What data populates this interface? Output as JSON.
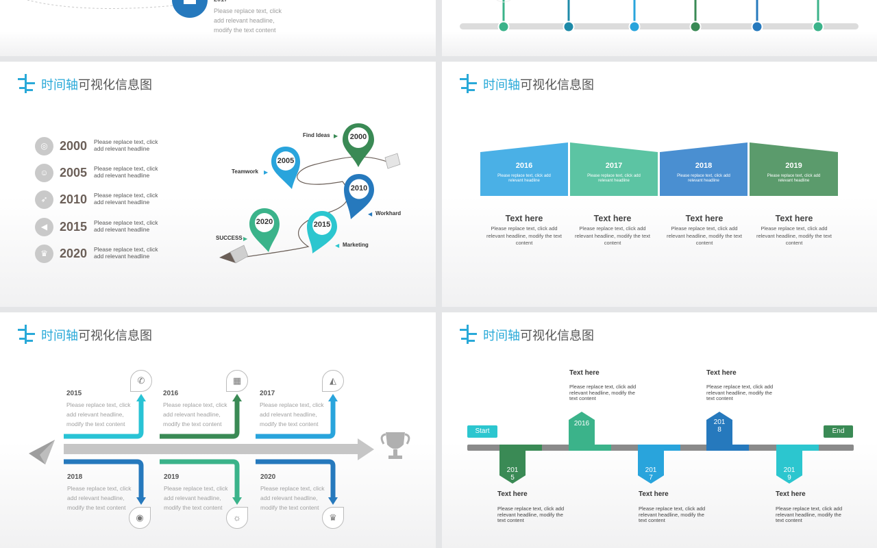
{
  "top_left": {
    "year": "2017",
    "desc": "Please replace text, click add relevant headline, modify the text content"
  },
  "section_title": {
    "accent": "时间轴",
    "rest": "可视化信息图"
  },
  "slide1": {
    "rows": [
      {
        "icon": "lightbulb-icon",
        "glyph": "◎",
        "year": "2000",
        "desc": "Please replace text, click add relevant headline"
      },
      {
        "icon": "users-icon",
        "glyph": "☺",
        "year": "2005",
        "desc": "Please replace text, click add relevant headline"
      },
      {
        "icon": "rocket-icon",
        "glyph": "➶",
        "year": "2010",
        "desc": "Please replace text, click add relevant headline"
      },
      {
        "icon": "megaphone-icon",
        "glyph": "◀",
        "year": "2015",
        "desc": "Please replace text, click add relevant headline"
      },
      {
        "icon": "trophy-icon",
        "glyph": "♛",
        "year": "2020",
        "desc": "Please replace text, click add relevant headline"
      }
    ],
    "pins": [
      {
        "year": "2000",
        "label": "Find Ideas",
        "color": "#3a8a55"
      },
      {
        "year": "2005",
        "label": "Teamwork",
        "color": "#29a4dc"
      },
      {
        "year": "2010",
        "label": "Workhard",
        "color": "#2679bd"
      },
      {
        "year": "2015",
        "label": "Marketing",
        "color": "#2cc6cf"
      },
      {
        "year": "2020",
        "label": "SUCCESS",
        "color": "#3bb38a"
      }
    ]
  },
  "slide2": {
    "columns": [
      {
        "year": "2016",
        "desc": "Please replace text, click add relevant headline",
        "color": "#4ab0e6",
        "heading": "Text here",
        "body": "Please replace text, click add relevant headline, modify the text content"
      },
      {
        "year": "2017",
        "desc": "Please replace text, click add relevant headline",
        "color": "#5cc4a3",
        "heading": "Text here",
        "body": "Please replace text, click add relevant headline, modify the text content"
      },
      {
        "year": "2018",
        "desc": "Please replace text, click add relevant headline",
        "color": "#4a8fd1",
        "heading": "Text here",
        "body": "Please replace text, click add relevant headline, modify the text content"
      },
      {
        "year": "2019",
        "desc": "Please replace text, click add relevant headline",
        "color": "#5b9b6c",
        "heading": "Text here",
        "body": "Please replace text, click add relevant headline, modify the text content"
      }
    ]
  },
  "slide3": {
    "items": [
      {
        "year": "2015",
        "desc": "Please replace text, click add relevant headline, modify the text content",
        "icon": "phone-icon",
        "glyph": "✆",
        "color": "#29c3d5"
      },
      {
        "year": "2016",
        "desc": "Please replace text, click add relevant headline, modify the text content",
        "icon": "calendar-icon",
        "glyph": "▦",
        "color": "#3a8a55"
      },
      {
        "year": "2017",
        "desc": "Please replace text, click add relevant headline, modify the text content",
        "icon": "chart-icon",
        "glyph": "◭",
        "color": "#29a4dc"
      },
      {
        "year": "2018",
        "desc": "Please replace text, click add relevant headline, modify the text content",
        "icon": "globe-icon",
        "glyph": "◉",
        "color": "#2679bd"
      },
      {
        "year": "2019",
        "desc": "Please replace text, click add relevant headline, modify the text content",
        "icon": "lightbulb-icon",
        "glyph": "☼",
        "color": "#3bb38a"
      },
      {
        "year": "2020",
        "desc": "Please replace text, click add relevant headline, modify the text content",
        "icon": "trophy-icon",
        "glyph": "♛",
        "color": "#2679bd"
      }
    ]
  },
  "slide4": {
    "start": "Start",
    "end": "End",
    "upper": [
      {
        "badge": "2016",
        "heading": "Text here",
        "desc": "Please replace text, click add relevant headline, modify the text content",
        "color": "#3bb38a"
      },
      {
        "badge": "201\n8",
        "heading": "Text here",
        "desc": "Please replace text, click add relevant headline, modify the text content",
        "color": "#2679bd"
      }
    ],
    "lower": [
      {
        "badge": "201\n5",
        "heading": "Text here",
        "desc": "Please replace text, click add relevant headline, modify the text content",
        "color": "#3a8a55"
      },
      {
        "badge": "201\n7",
        "heading": "Text here",
        "desc": "Please replace text, click add relevant headline, modify the text content",
        "color": "#29a4dc"
      },
      {
        "badge": "201\n9",
        "heading": "Text here",
        "desc": "Please replace text, click add relevant headline, modify the text content",
        "color": "#2cc6cf"
      }
    ]
  }
}
